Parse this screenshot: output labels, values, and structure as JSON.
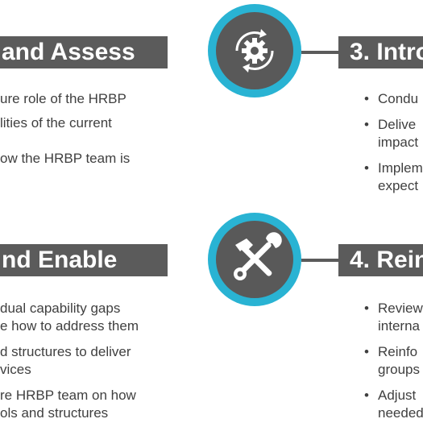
{
  "colors": {
    "banner": "#5b5b5b",
    "accent": "#29b3d3",
    "circle": "#595959",
    "text": "#3f3f3f"
  },
  "step2": {
    "title": "and Assess",
    "bullets": [
      "ure role of the HRBP",
      "lities of the current",
      "ow the HRBP team is"
    ]
  },
  "step3": {
    "title": "3. Intro",
    "icon": "gear-cycle-icon",
    "bullets": [
      [
        "Condu"
      ],
      [
        "Delive",
        "impact"
      ],
      [
        "Implem",
        "expect"
      ]
    ]
  },
  "step5": {
    "title": "nd Enable",
    "bullets": [
      [
        "dual capability gaps",
        "e how to address them"
      ],
      [
        "d structures to deliver",
        "vices"
      ],
      [
        "re HRBP team on how",
        "ols and structures"
      ]
    ]
  },
  "step4": {
    "title": "4. Rein",
    "icon": "tools-icon",
    "bullets": [
      [
        "Review",
        "interna"
      ],
      [
        "Reinfo",
        "groups"
      ],
      [
        "Adjust",
        "needed"
      ]
    ]
  }
}
